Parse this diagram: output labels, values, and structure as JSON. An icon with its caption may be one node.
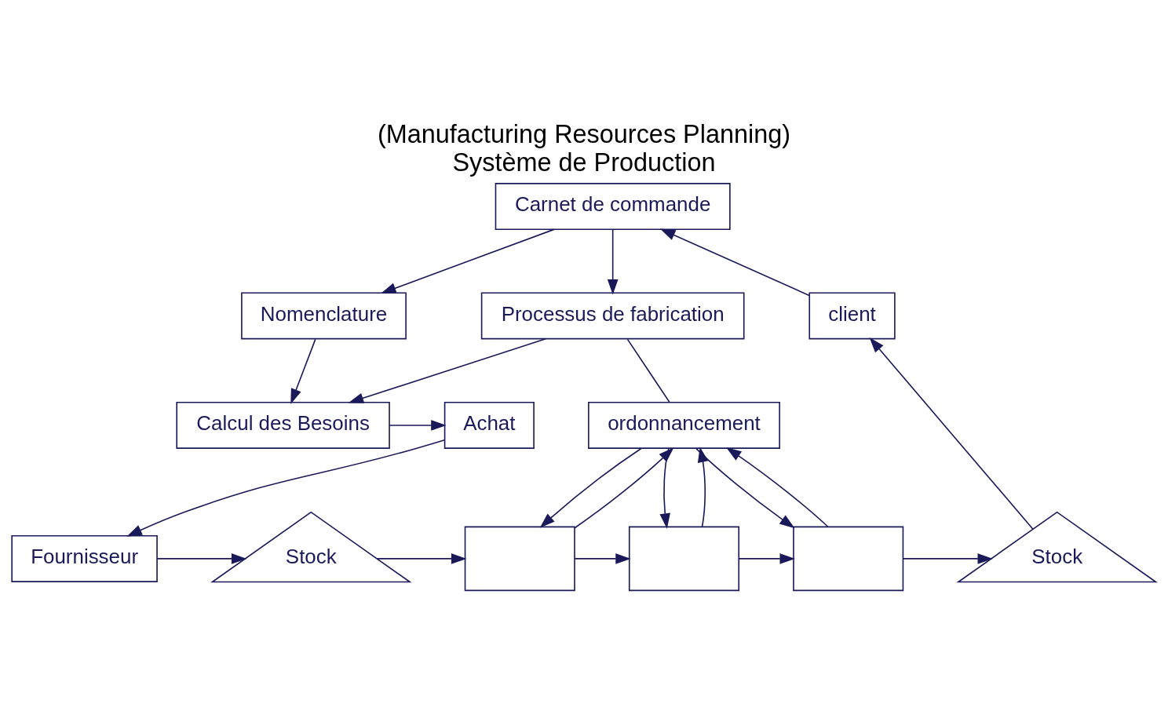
{
  "diagram": {
    "title": "(Manufacturing Resources Planning)",
    "caption": "Système de Production",
    "nodes": [
      {
        "text": [
          "Carnet de commande"
        ]
      },
      {
        "text": [
          "Nomenclature"
        ]
      },
      {
        "text": [
          "Processus de fabrication"
        ]
      },
      {
        "text": [
          "client"
        ]
      },
      {
        "text": [
          "Calcul des Besoins"
        ]
      },
      {
        "text": [
          "ordonnancement"
        ]
      },
      {
        "text": [
          "Achat"
        ]
      },
      {
        "text": [
          "Fournisseur"
        ]
      },
      {
        "text": [
          "Stock"
        ]
      },
      {
        "text": [],
        "shape": "box"
      },
      {
        "text": [],
        "shape": "box"
      },
      {
        "text": [],
        "shape": "box"
      },
      {
        "text": [
          "Stock"
        ]
      }
    ],
    "edges": [
      {
        "from": 0,
        "to": 1,
        "arrow": "to"
      },
      {
        "from": 0,
        "to": 2,
        "arrow": "to"
      },
      {
        "from": 3,
        "to": 0,
        "arrow": "to"
      },
      {
        "from": 1,
        "to": 4,
        "arrow": "to"
      },
      {
        "from": 2,
        "to": 4,
        "arrow": "to"
      },
      {
        "from": 2,
        "to": 5,
        "arrow": "none"
      },
      {
        "from": 4,
        "to": 6,
        "arrow": "to"
      },
      {
        "from": 6,
        "to": 7,
        "arrow": "to"
      },
      {
        "from": 7,
        "to": 8,
        "arrow": "to"
      },
      {
        "from": 8,
        "to": 9,
        "arrow": "to"
      },
      {
        "from": 5,
        "to": 9,
        "arrow": "to"
      },
      {
        "from": 9,
        "to": 5,
        "arrow": "to"
      },
      {
        "from": 9,
        "to": 10,
        "arrow": "to"
      },
      {
        "from": 5,
        "to": 10,
        "arrow": "to"
      },
      {
        "from": 10,
        "to": 5,
        "arrow": "to"
      },
      {
        "from": 10,
        "to": 11,
        "arrow": "to"
      },
      {
        "from": 5,
        "to": 11,
        "arrow": "to"
      },
      {
        "from": 11,
        "to": 5,
        "arrow": "to"
      },
      {
        "from": 11,
        "to": 12,
        "arrow": "to"
      },
      {
        "from": 12,
        "to": 3,
        "arrow": "to"
      }
    ]
  }
}
